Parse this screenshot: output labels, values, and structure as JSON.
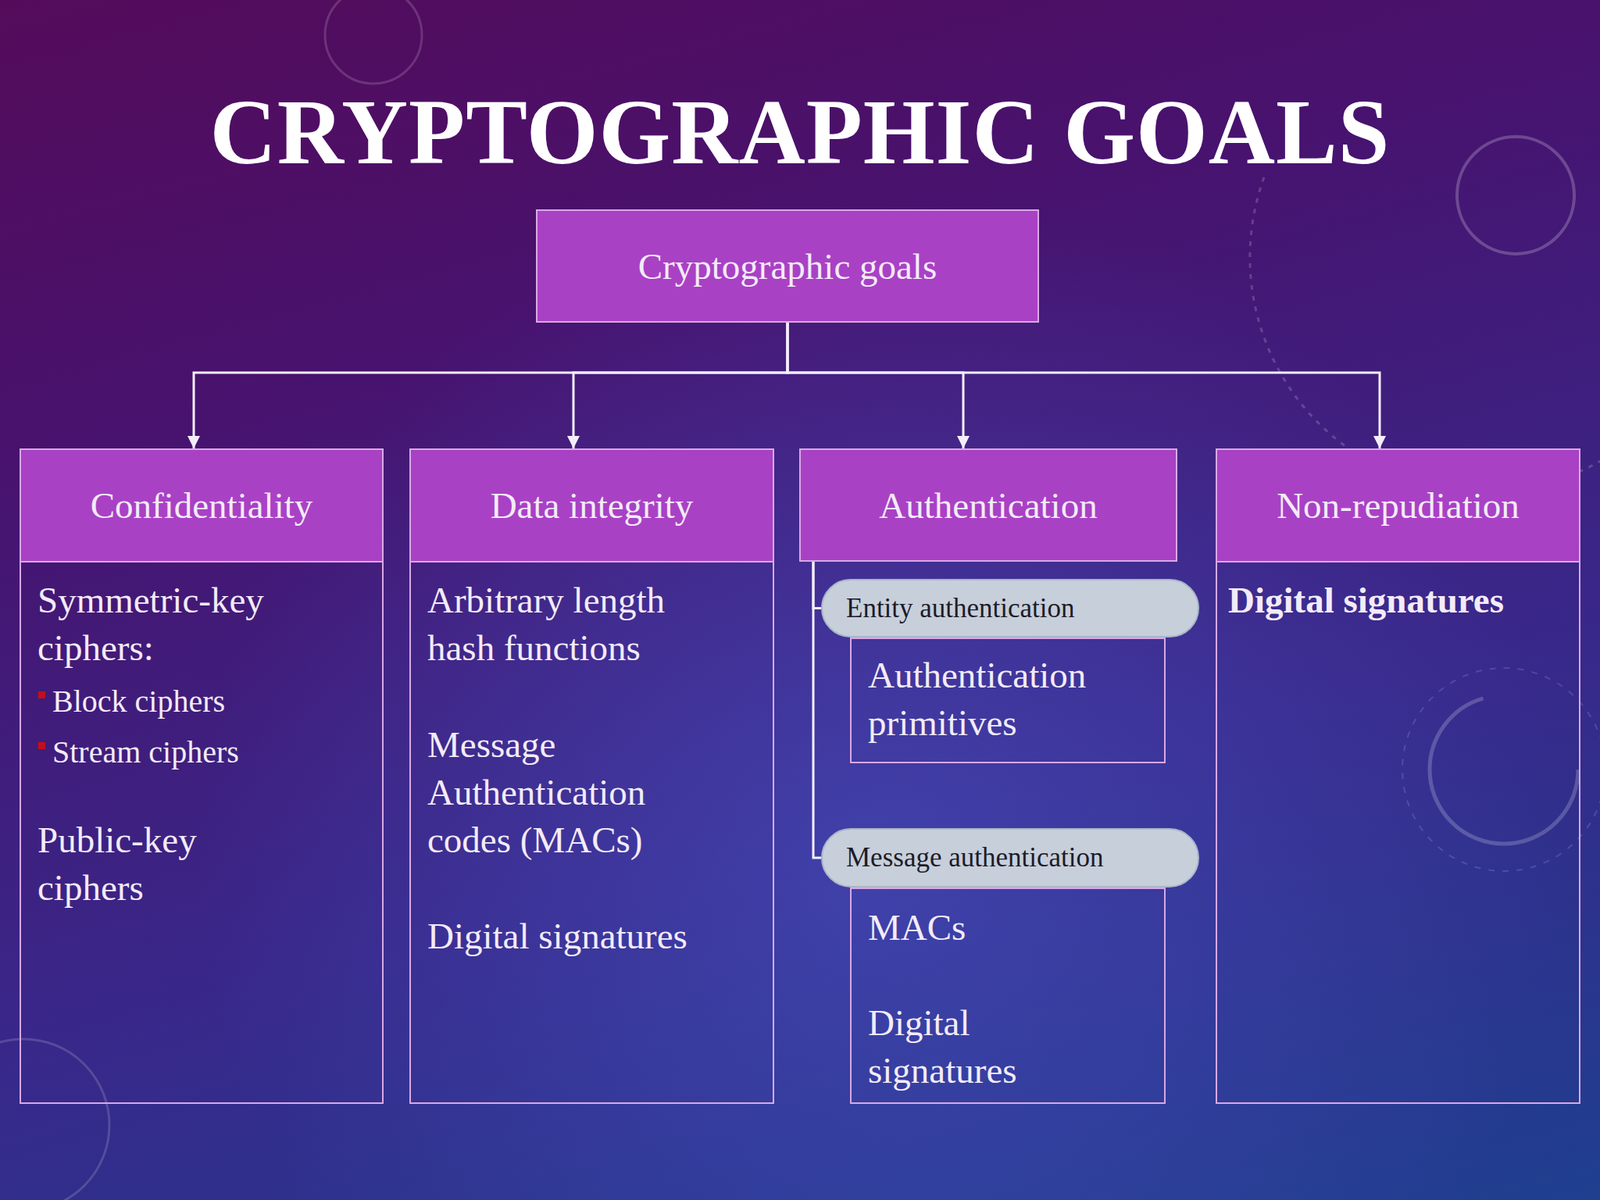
{
  "diagram": {
    "title": "CRYPTOGRAPHIC GOALS",
    "nodes": [
      {
        "text": [
          "Cryptographic goals"
        ]
      },
      {
        "text": [
          "Confidentiality",
          "Symmetric-key ciphers:",
          "Block ciphers",
          "Stream ciphers",
          "Public-key ciphers"
        ]
      },
      {
        "text": [
          "Data integrity",
          "Arbitrary length hash functions",
          "Message Authentication codes (MACs)",
          "Digital signatures"
        ]
      },
      {
        "text": [
          "Authentication"
        ]
      },
      {
        "text": [
          "Entity authentication"
        ]
      },
      {
        "text": [
          "Authentication primitives"
        ]
      },
      {
        "text": [
          "Message authentication"
        ]
      },
      {
        "text": [
          "MACs",
          "Digital signatures"
        ]
      },
      {
        "text": [
          "Non-repudiation",
          "Digital signatures"
        ]
      }
    ],
    "edges": [
      {
        "from": 0,
        "to": 1,
        "arrow": "to"
      },
      {
        "from": 0,
        "to": 2,
        "arrow": "to"
      },
      {
        "from": 0,
        "to": 3,
        "arrow": "to"
      },
      {
        "from": 0,
        "to": 8,
        "arrow": "to"
      },
      {
        "from": 3,
        "to": 4,
        "arrow": "none"
      },
      {
        "from": 3,
        "to": 6,
        "arrow": "none"
      }
    ]
  }
}
